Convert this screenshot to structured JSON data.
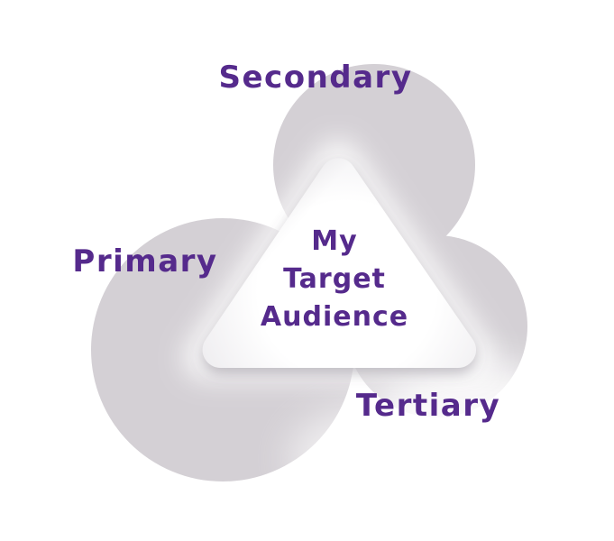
{
  "diagram": {
    "center_label": {
      "lines": [
        "My",
        "Target",
        "Audience"
      ]
    },
    "audiences": [
      {
        "id": "primary",
        "label": "Primary"
      },
      {
        "id": "secondary",
        "label": "Secondary"
      },
      {
        "id": "tertiary",
        "label": "Tertiary"
      }
    ]
  },
  "theme": {
    "label-purple": "#552A8C",
    "circle-gray": "#D4D0D5",
    "triangle-center": "#FFFFFF",
    "triangle-mid": "#F3F2F4",
    "triangle-edge": "#E6E4E8",
    "sheen-gray": "#C9C5CC",
    "shadow-color": "#68616E",
    "glow-white": "#FFFFFF",
    "page-bg": "#FFFFFF"
  }
}
